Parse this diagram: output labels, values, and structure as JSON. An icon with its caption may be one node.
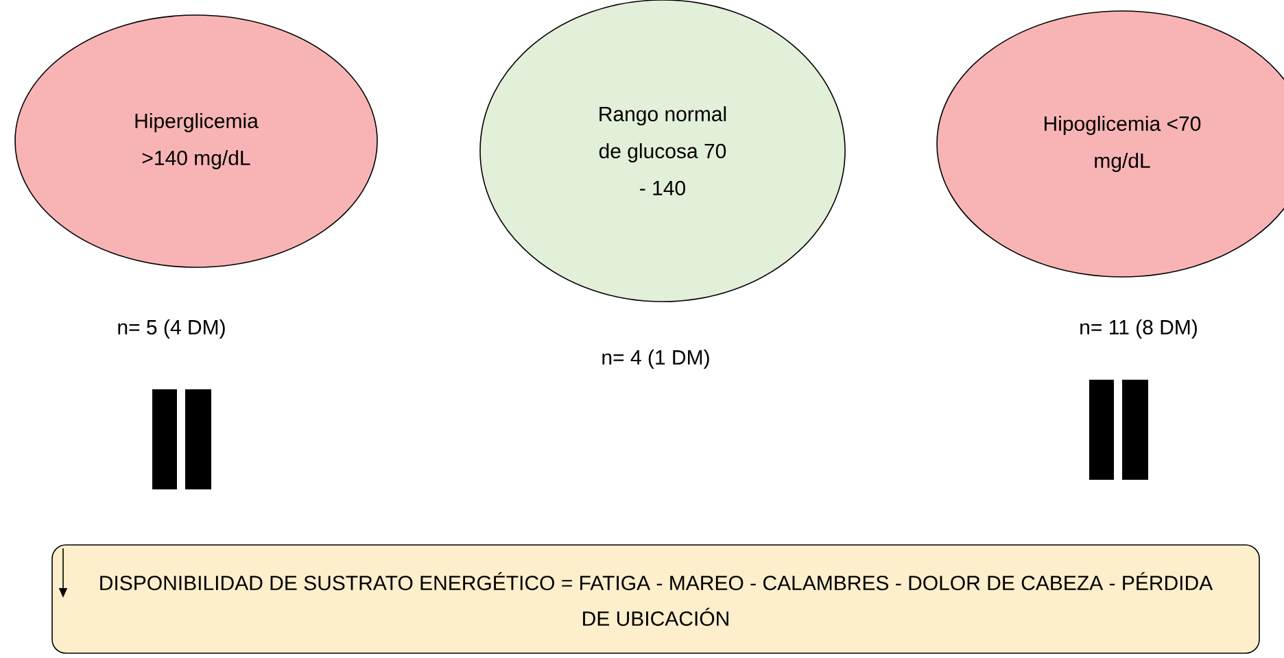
{
  "diagram": {
    "nodes": [
      {
        "text": [
          "Hiperglicemia >140 mg/dL"
        ],
        "beside": [
          "n= 5 (4 DM)"
        ]
      },
      {
        "text": [
          "Rango normal de glucosa 70 - 140"
        ],
        "beside": [
          "n= 4 (1 DM)"
        ]
      },
      {
        "text": [
          "Hipoglicemia <70 mg/dL"
        ],
        "beside": [
          "n= 11 (8 DM)"
        ]
      },
      {
        "text": [
          "DISPONIBILIDAD DE SUSTRATO ENERGÉTICO = FATIGA - MAREO - CALAMBRES - DOLOR DE CABEZA - PÉRDIDA DE UBICACIÓN"
        ]
      }
    ]
  }
}
